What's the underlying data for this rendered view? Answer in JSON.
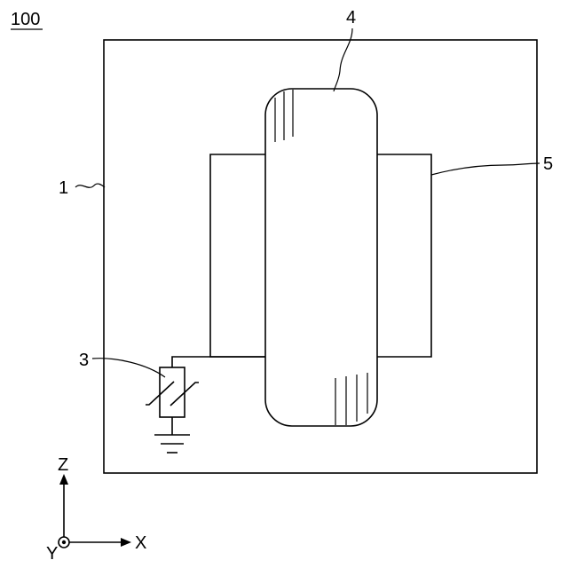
{
  "figure": {
    "number": "100",
    "labels": {
      "housing": "1",
      "surge_element": "3",
      "tube": "4",
      "plate": "5"
    }
  },
  "axes": {
    "z": "Z",
    "x": "X",
    "y": "Y"
  },
  "colors": {
    "line": "#000000",
    "background": "#ffffff"
  }
}
